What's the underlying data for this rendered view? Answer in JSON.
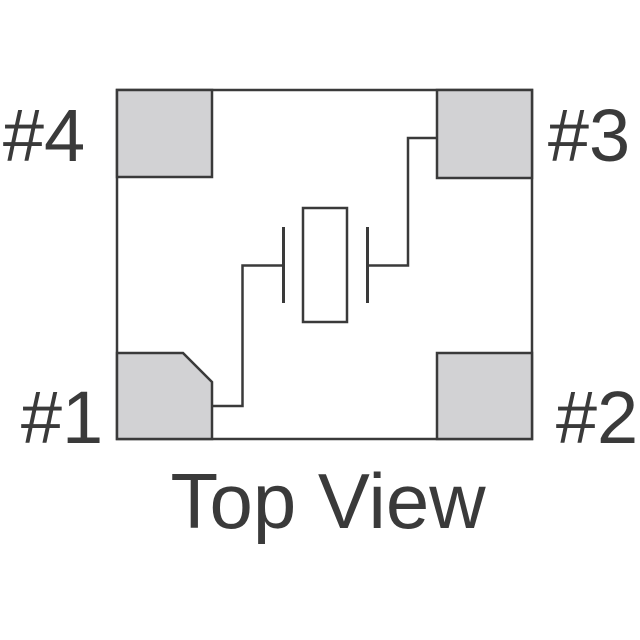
{
  "title": "Top View",
  "pins": {
    "top_left": {
      "label": "#4",
      "position": "top-left"
    },
    "top_right": {
      "label": "#3",
      "position": "top-right"
    },
    "bottom_left": {
      "label": "#1",
      "position": "bottom-left"
    },
    "bottom_right": {
      "label": "#2",
      "position": "bottom-right"
    }
  },
  "component": {
    "symbol": "crystal-resonator",
    "pad_count": 4,
    "pin1_marker": "beveled-corner"
  },
  "colors": {
    "line": "#3a3a3a",
    "text": "#3a3a3a",
    "pad_fill": "#d2d2d4",
    "background": "#ffffff"
  }
}
